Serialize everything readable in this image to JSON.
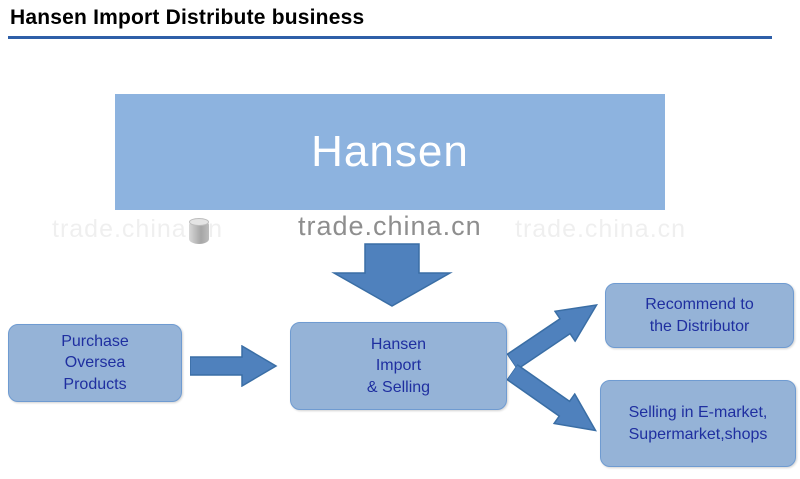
{
  "colors": {
    "rule": "#2e5fa8",
    "box_fill": "#95b3d7",
    "box_border": "#6f9bd1",
    "arrow_fill": "#4f81bd",
    "arrow_stroke": "#3a6ea5",
    "box_text": "#1f2fa0",
    "main_box_fill": "#8db3df",
    "main_box_text": "#ffffff",
    "watermark": "#8e8e8e"
  },
  "header": {
    "title": "Hansen Import Distribute business"
  },
  "watermark": {
    "text": "trade.china.cn"
  },
  "diagram": {
    "main_box": {
      "label": "Hansen"
    },
    "nodes": [
      {
        "id": "purchase",
        "label": "Purchase\nOversea\nProducts"
      },
      {
        "id": "import_selling",
        "label": "Hansen\nImport\n& Selling"
      },
      {
        "id": "recommend",
        "label": "Recommend to\nthe Distributor"
      },
      {
        "id": "selling",
        "label": "Selling in E-market,\nSupermarket,shops"
      }
    ],
    "arrows": [
      {
        "id": "down",
        "from": "main",
        "to": "import_selling"
      },
      {
        "id": "right",
        "from": "purchase",
        "to": "import_selling"
      },
      {
        "id": "up_right",
        "from": "import_selling",
        "to": "recommend"
      },
      {
        "id": "down_right",
        "from": "import_selling",
        "to": "selling"
      }
    ]
  }
}
